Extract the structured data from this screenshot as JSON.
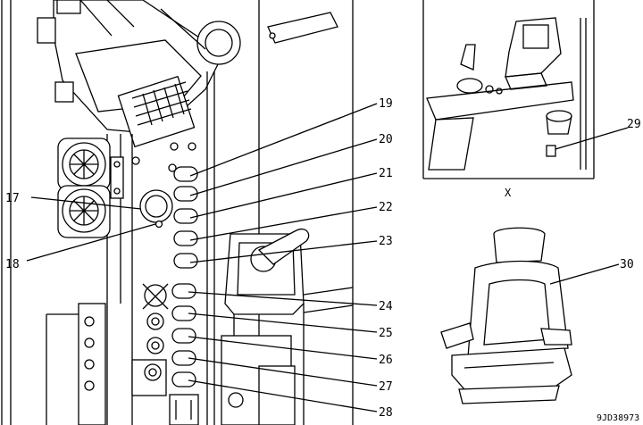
{
  "callouts": {
    "c17": "17",
    "c18": "18",
    "c19": "19",
    "c20": "20",
    "c21": "21",
    "c22": "22",
    "c23": "23",
    "c24": "24",
    "c25": "25",
    "c26": "26",
    "c27": "27",
    "c28": "28",
    "c29": "29",
    "c30": "30"
  },
  "view_label": "X",
  "figure_code": "9JD38973"
}
